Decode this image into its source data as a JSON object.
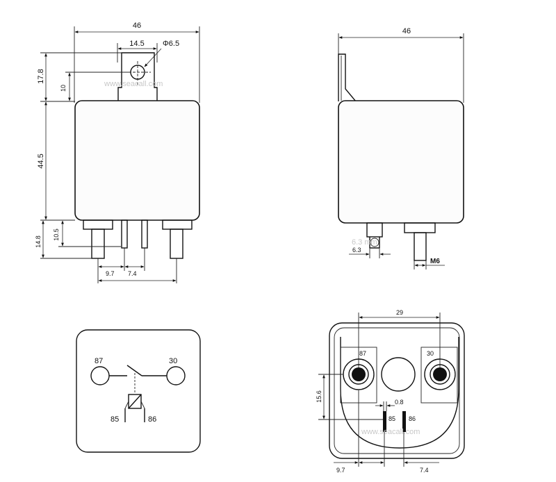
{
  "front_view": {
    "width_total": "46",
    "bracket_width": "14.5",
    "hole_dia": "Φ6.5",
    "bracket_height": "17.8",
    "hole_offset": "10",
    "body_height": "44.5",
    "terminal_length": "14.8",
    "terminal_shoulder": "10.5",
    "pitch_a": "9.7",
    "pitch_b": "7.4",
    "watermark": "www.seacall.com"
  },
  "side_view": {
    "width_total": "46",
    "tab_width": "6.3",
    "thread": "M6",
    "watermark": "6.3 mm"
  },
  "schematic": {
    "pin_87": "87",
    "pin_30": "30",
    "pin_85": "85",
    "pin_86": "86"
  },
  "bottom_view": {
    "span": "29",
    "pin_87": "87",
    "pin_30": "30",
    "height": "15.6",
    "blade_thickness": "0.8",
    "pin_85": "85",
    "pin_86": "86",
    "pitch_a": "9.7",
    "pitch_b": "7.4",
    "watermark": "www.seacall.com"
  }
}
